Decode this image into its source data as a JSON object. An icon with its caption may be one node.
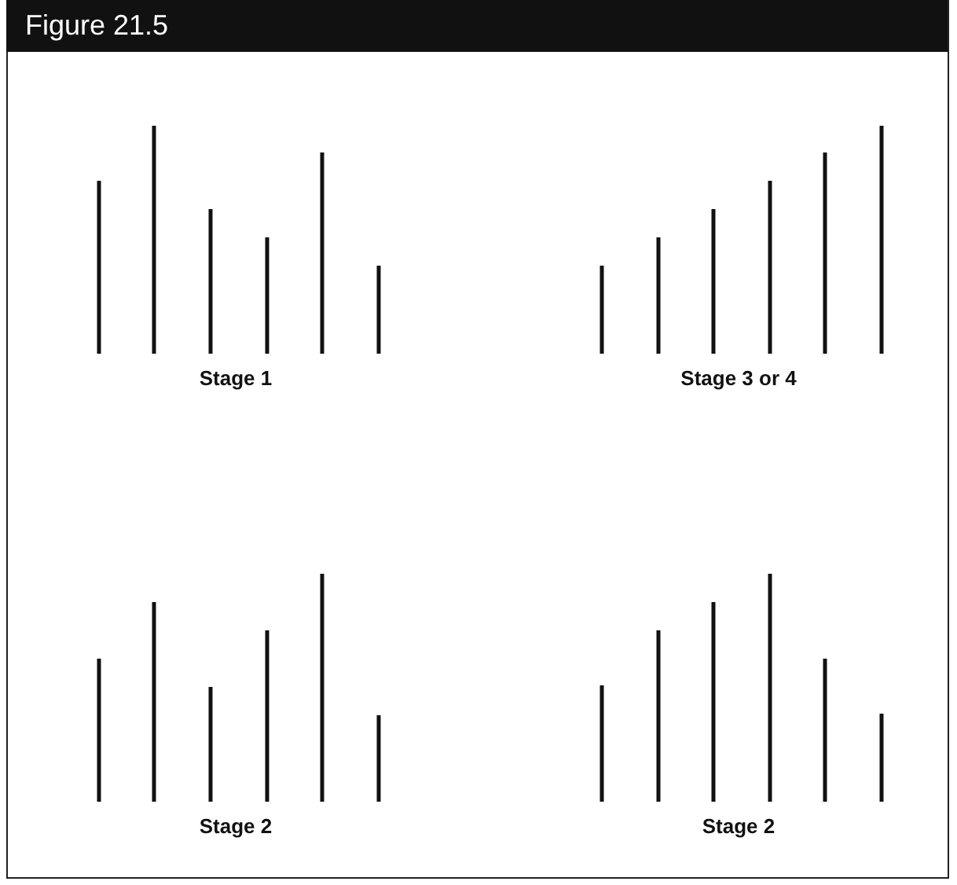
{
  "diagram": {
    "title": "Figure 21.5",
    "labels": [
      "Stage 1",
      "Stage 3 or 4",
      "Stage 2",
      "Stage 2"
    ]
  }
}
